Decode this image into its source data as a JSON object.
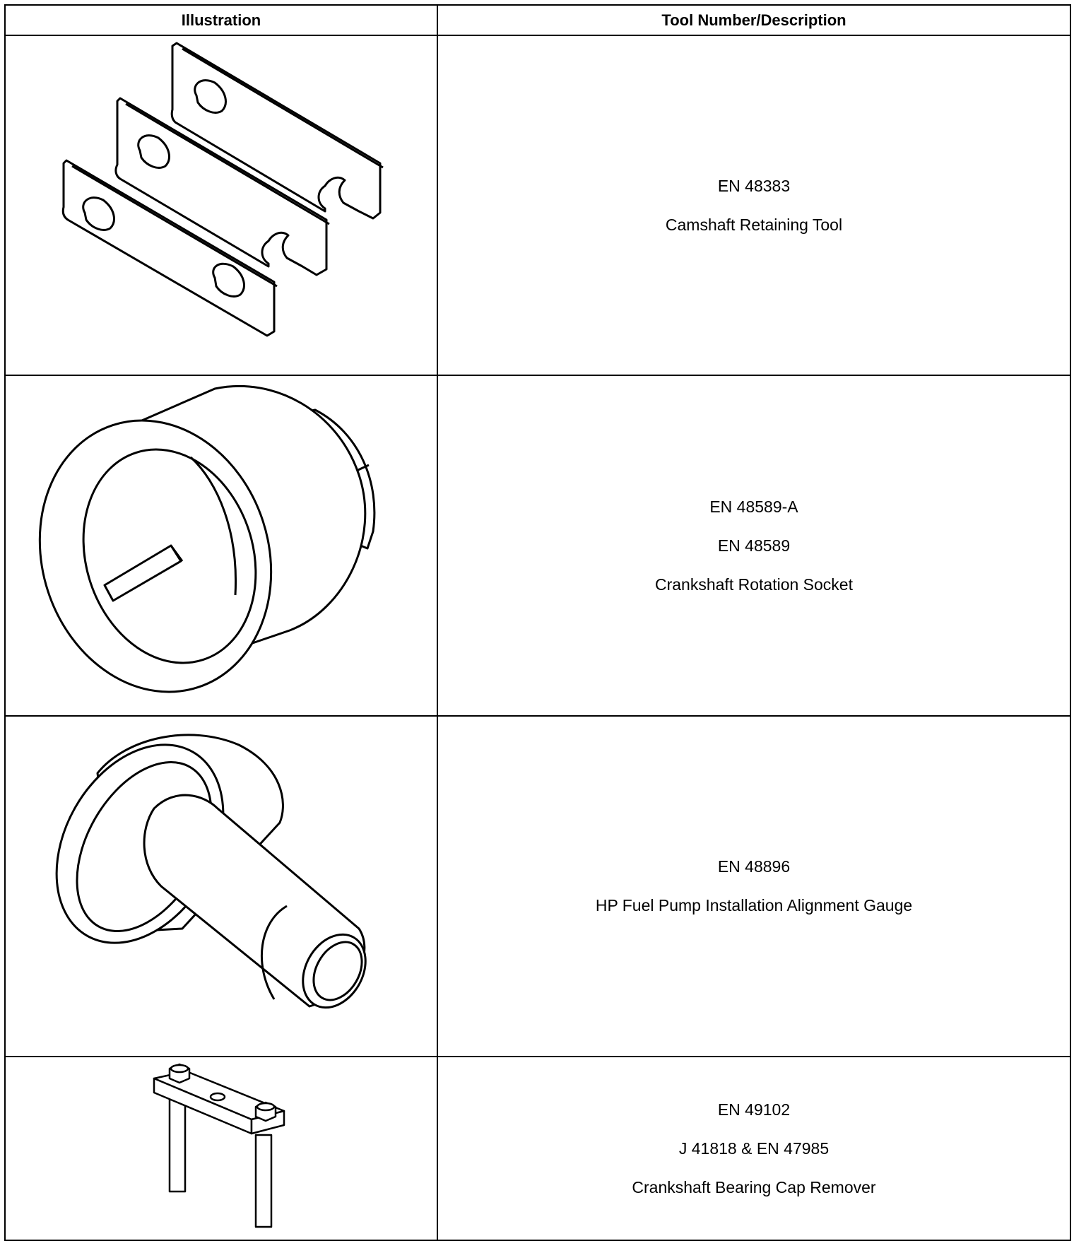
{
  "table": {
    "headers": {
      "illustration": "Illustration",
      "description": "Tool Number/Description"
    },
    "rows": [
      {
        "icon": "camshaft-retaining-plates",
        "lines": [
          "EN 48383",
          "Camshaft Retaining Tool"
        ]
      },
      {
        "icon": "crankshaft-socket",
        "lines": [
          "EN 48589-A",
          "EN 48589",
          "Crankshaft Rotation Socket"
        ]
      },
      {
        "icon": "fuel-pump-gauge",
        "lines": [
          "EN 48896",
          "HP Fuel Pump Installation Alignment Gauge"
        ]
      },
      {
        "icon": "bearing-cap-remover",
        "lines": [
          "EN 49102",
          "J 41818 & EN 47985",
          "Crankshaft Bearing Cap Remover"
        ]
      }
    ]
  }
}
